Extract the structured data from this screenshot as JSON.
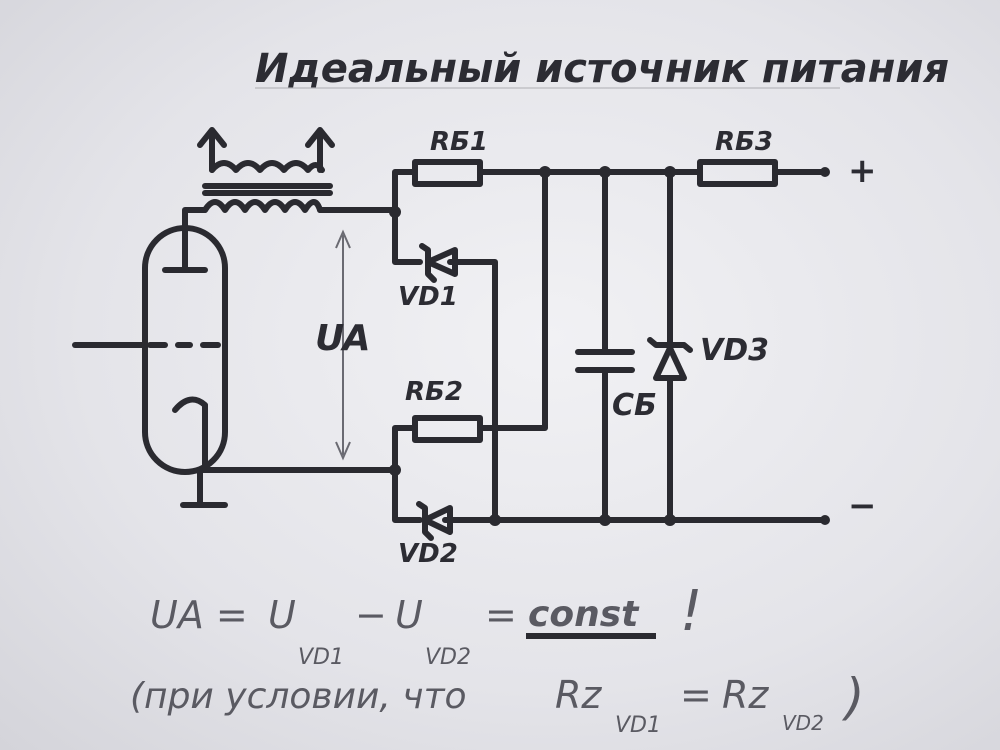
{
  "title": "Идеальный источник питания",
  "labels": {
    "rb1": "RБ1",
    "rb2": "RБ2",
    "rb3": "RБ3",
    "vd1": "VD1",
    "vd2": "VD2",
    "vd3": "VD3",
    "cb": "CБ",
    "ua": "UA",
    "plus": "+",
    "minus": "−"
  },
  "formula": {
    "line1": "UA = U VD1 − U VD2 = const !",
    "lhs": "UA =",
    "u1": "U",
    "u1_sub": "VD1",
    "minus": "−",
    "u2": "U",
    "u2_sub": "VD2",
    "eq": "=",
    "const": "const",
    "excl": "!",
    "line2_a": "(при условии, что",
    "rz1": "Rz",
    "rz1_sub": "VD1",
    "eq2": "=",
    "rz2": "Rz",
    "rz2_sub": "VD2",
    "close": ")"
  },
  "colors": {
    "ink": "#2a2a30",
    "paper": "#e6e6ea",
    "pencil": "#5a5a62"
  }
}
